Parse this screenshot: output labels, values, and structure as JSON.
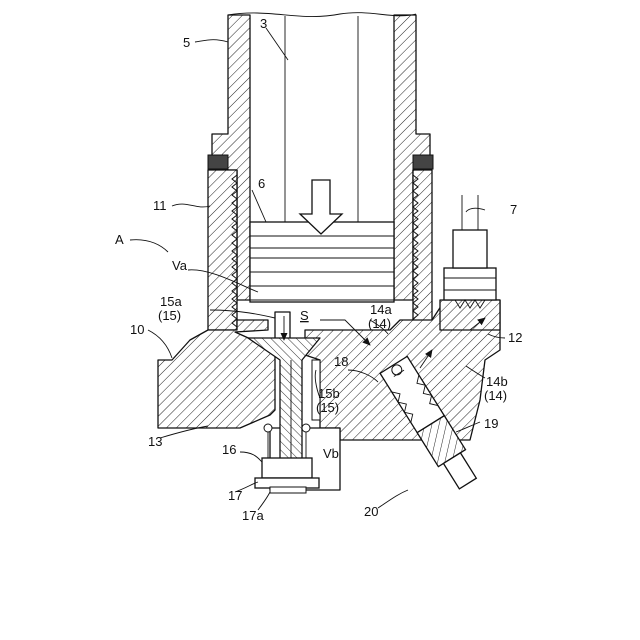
{
  "labels": {
    "l5": "5",
    "l3": "3",
    "l6": "6",
    "l11": "11",
    "l7": "7",
    "lA": "A",
    "lVa": "Va",
    "l15a": "15a",
    "l15a_paren": "(15)",
    "l10": "10",
    "lS": "S",
    "l14a": "14a",
    "l14a_paren": "(14)",
    "l12": "12",
    "l18": "18",
    "l15b": "15b",
    "l15b_paren": "(15)",
    "l14b": "14b",
    "l14b_paren": "(14)",
    "l13": "13",
    "l19": "19",
    "l16": "16",
    "lVb": "Vb",
    "l17": "17",
    "l17a": "17a",
    "l20": "20"
  }
}
